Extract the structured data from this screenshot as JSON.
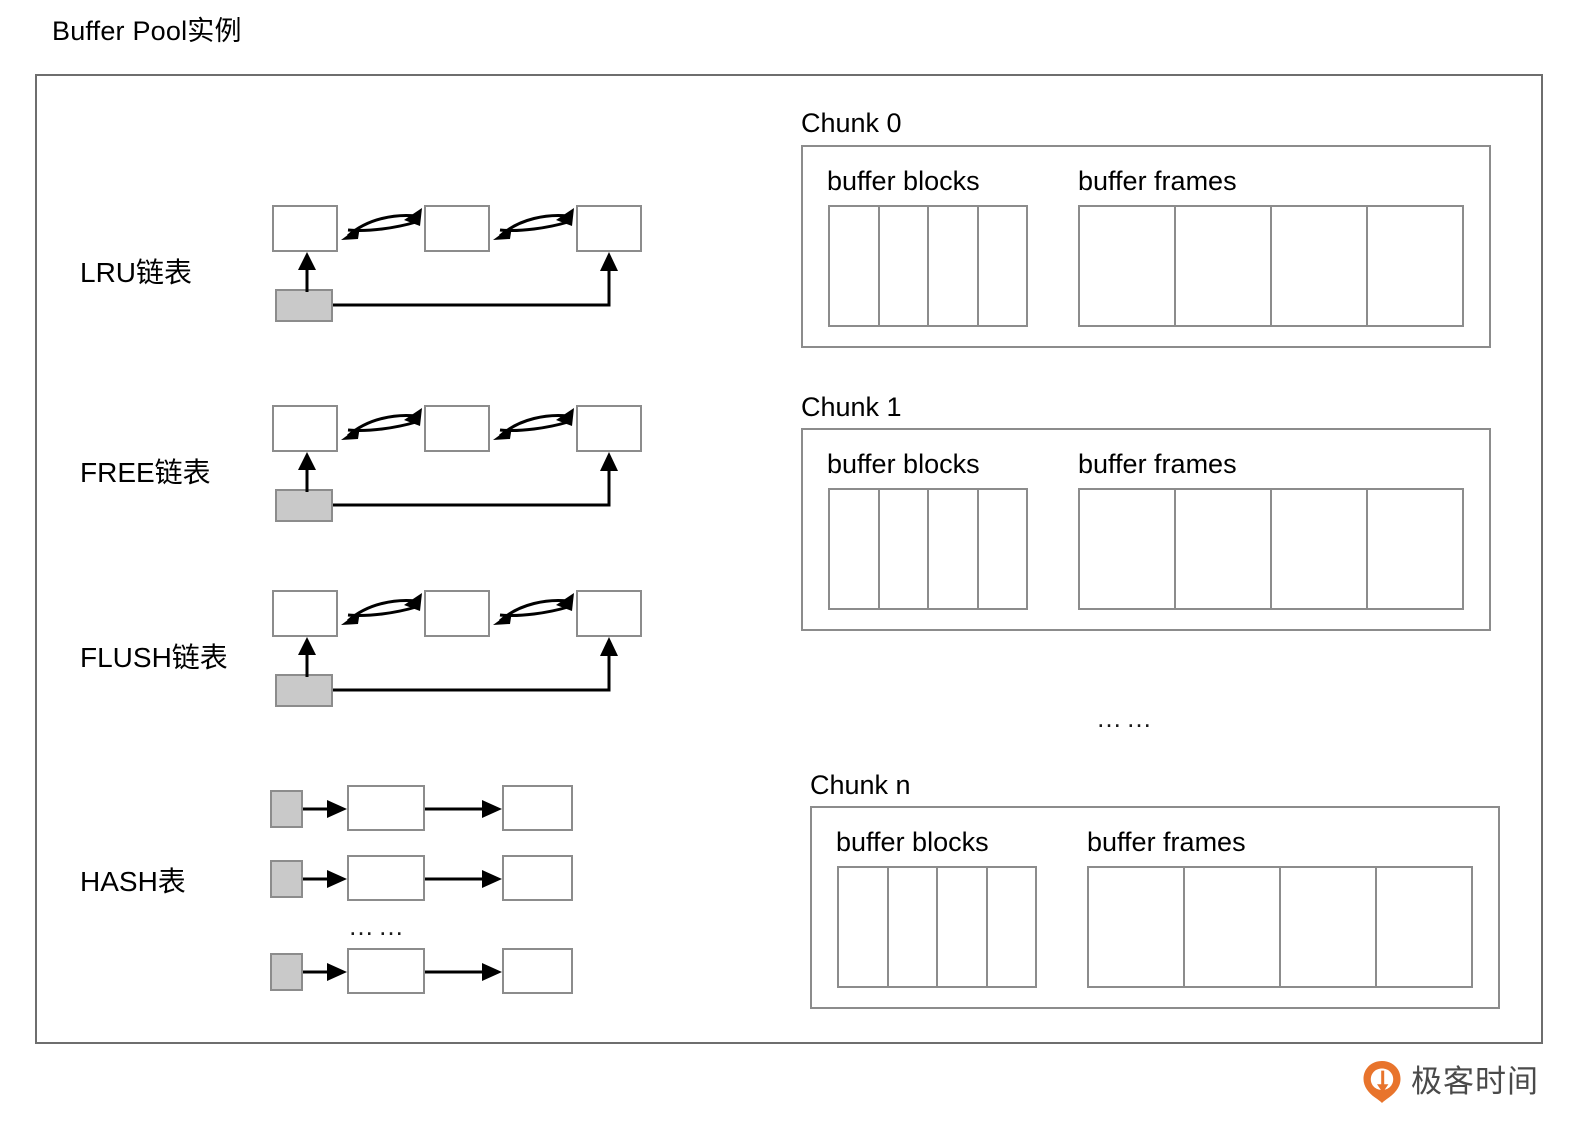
{
  "page": {
    "title": "Buffer Pool实例",
    "background_color": "#ffffff",
    "frame_border_color": "#6e6e6e",
    "box_border_color": "#8c8c8c",
    "gray_node_fill": "#c9c9c9",
    "arrow_color": "#000000"
  },
  "lists": [
    {
      "label": "LRU链表",
      "node_count": 3,
      "head_node": "gray-base-node",
      "link_style": "bidirectional-curved"
    },
    {
      "label": "FREE链表",
      "node_count": 3,
      "head_node": "gray-base-node",
      "link_style": "bidirectional-curved"
    },
    {
      "label": "FLUSH链表",
      "node_count": 3,
      "head_node": "gray-base-node",
      "link_style": "bidirectional-curved"
    }
  ],
  "hash": {
    "label": "HASH表",
    "ellipsis": "……",
    "rows": [
      {
        "bucket": "gray-bucket",
        "nodes": 2
      },
      {
        "bucket": "gray-bucket",
        "nodes": 2
      },
      {
        "bucket": "gray-bucket",
        "nodes": 2
      }
    ]
  },
  "chunks": [
    {
      "label": "Chunk 0",
      "groups": [
        {
          "title": "buffer blocks",
          "cells": 4
        },
        {
          "title": "buffer frames",
          "cells": 4
        }
      ]
    },
    {
      "label": "Chunk 1",
      "groups": [
        {
          "title": "buffer blocks",
          "cells": 4
        },
        {
          "title": "buffer frames",
          "cells": 4
        }
      ]
    },
    {
      "label": "Chunk n",
      "groups": [
        {
          "title": "buffer blocks",
          "cells": 4
        },
        {
          "title": "buffer frames",
          "cells": 4
        }
      ]
    }
  ],
  "chunks_ellipsis": "……",
  "footer": {
    "logo_text": "极客时间",
    "logo_color": "#e8742c",
    "text_color": "#4a4a4a"
  }
}
